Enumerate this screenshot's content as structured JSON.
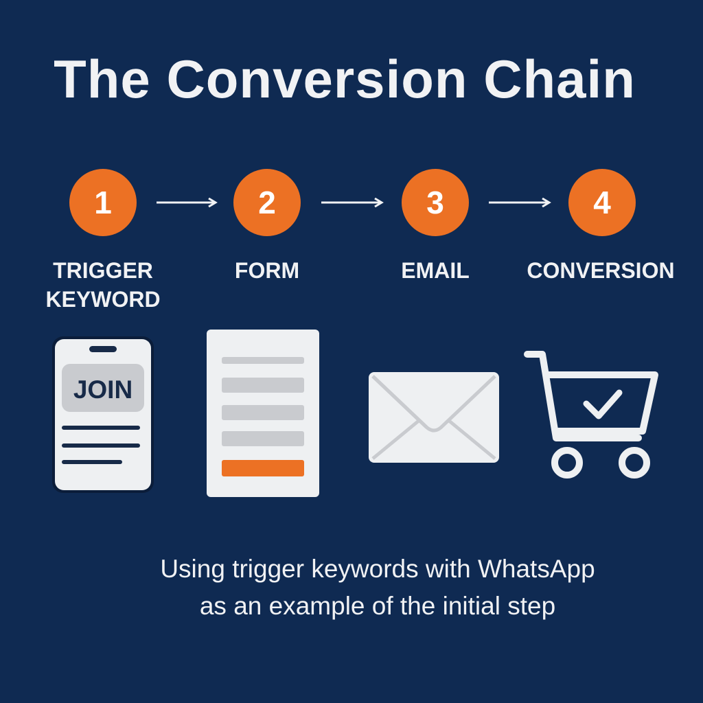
{
  "title": "The Conversion Chain",
  "colors": {
    "background": "#0f2a52",
    "accent": "#ec7124",
    "text": "#f1f2f4",
    "panel": "#eef0f2",
    "panel_line": "#c9cbcf",
    "dark_line": "#172a48"
  },
  "steps": [
    {
      "number": "1",
      "label": "TRIGGER\nKEYWORD",
      "icon": "phone-icon"
    },
    {
      "number": "2",
      "label": "FORM",
      "icon": "form-icon"
    },
    {
      "number": "3",
      "label": "EMAIL",
      "icon": "envelope-icon"
    },
    {
      "number": "4",
      "label": "CONVERSION",
      "icon": "shopping-cart-check-icon"
    }
  ],
  "phone_keyword": "JOIN",
  "caption": "Using trigger keywords with WhatsApp\nas an example of the initial step"
}
